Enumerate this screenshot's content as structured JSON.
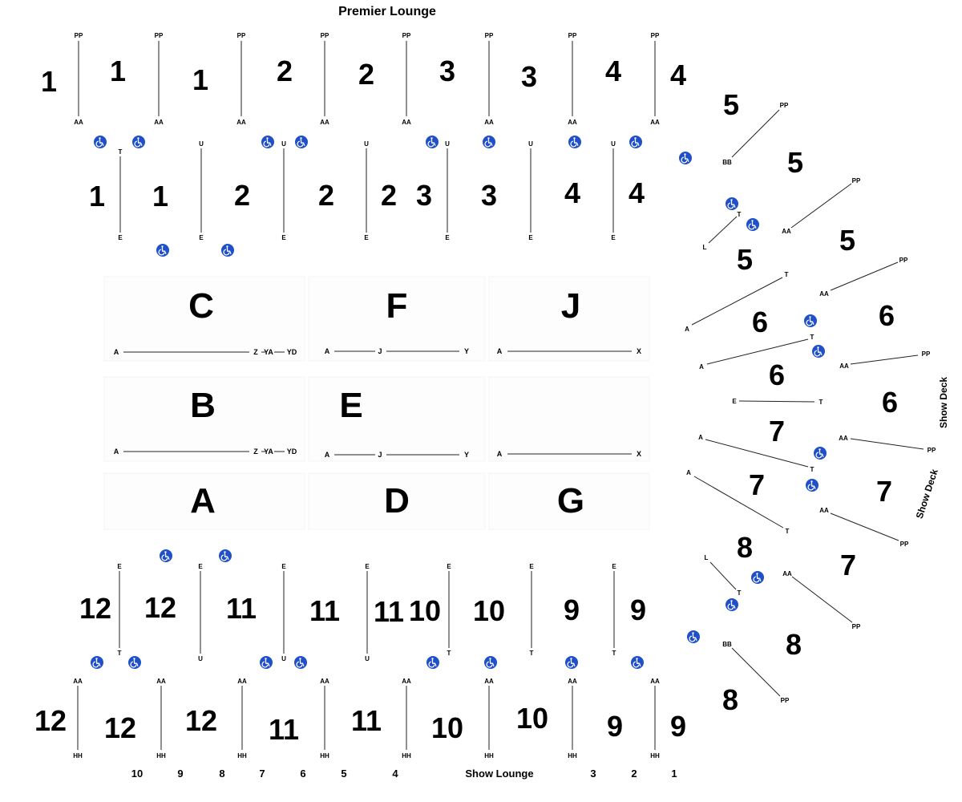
{
  "header": {
    "title": "Premier Lounge"
  },
  "footer": {
    "lounge_label": "Show Lounge",
    "aisles": [
      "10",
      "9",
      "8",
      "7",
      "6",
      "5",
      "4",
      "3",
      "2",
      "1"
    ]
  },
  "side_labels": [
    "Show Deck",
    "Show Deck"
  ],
  "rows": {
    "PP": "PP",
    "AA": "AA",
    "T": "T",
    "U": "U",
    "E": "E",
    "HH": "HH",
    "BB": "BB",
    "L": "L",
    "A": "A",
    "J": "J",
    "Y": "Y",
    "X": "X",
    "Z": "Z",
    "YA": "YA",
    "YD": "YD"
  },
  "sections": {
    "upper_outer": [
      "1",
      "1",
      "1",
      "2",
      "2",
      "3",
      "3",
      "4",
      "4"
    ],
    "upper_inner": [
      "1",
      "1",
      "2",
      "2",
      "2",
      "3",
      "3",
      "4",
      "4"
    ],
    "floor_top": [
      "C",
      "F",
      "J"
    ],
    "floor_mid": [
      "B",
      "E"
    ],
    "floor_bottom": [
      "A",
      "D",
      "G"
    ],
    "lower_inner": [
      "12",
      "12",
      "11",
      "11",
      "11",
      "10",
      "10",
      "9",
      "9"
    ],
    "lower_outer": [
      "12",
      "12",
      "12",
      "11",
      "11",
      "10",
      "10",
      "9",
      "9"
    ],
    "right_side": [
      "5",
      "5",
      "5",
      "5",
      "6",
      "6",
      "6",
      "6",
      "7",
      "7",
      "7",
      "7",
      "8",
      "8",
      "8"
    ]
  },
  "icons": {
    "accessible": "wheelchair-icon"
  },
  "colors": {
    "accessible": "#1f4fc9",
    "line": "#222222",
    "text": "#000000"
  }
}
